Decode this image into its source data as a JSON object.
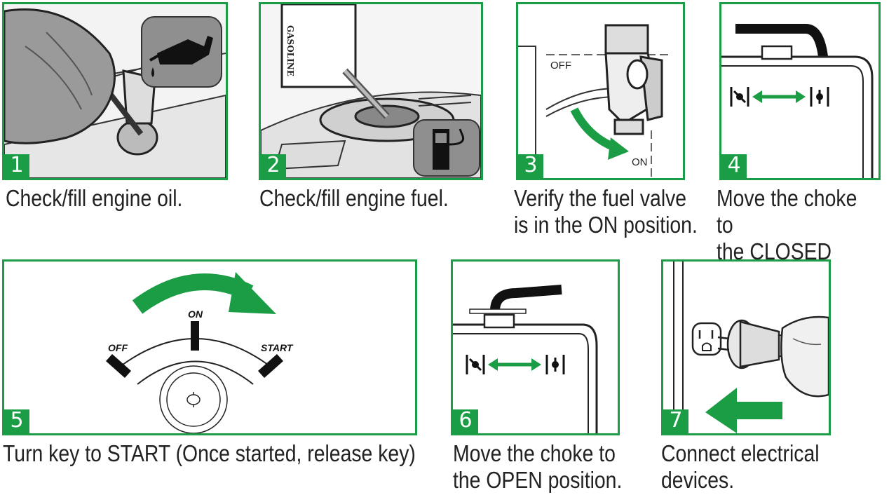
{
  "steps": [
    {
      "number": "1",
      "caption": "Check/fill engine oil."
    },
    {
      "number": "2",
      "caption": "Check/fill engine fuel.",
      "can_label": "GASOLINE"
    },
    {
      "number": "3",
      "caption": "Verify the fuel valve\nis in the ON position.",
      "off_label": "OFF",
      "on_label": "ON"
    },
    {
      "number": "4",
      "caption": "Move the choke to\nthe CLOSED position."
    },
    {
      "number": "5",
      "caption": "Turn key to START (Once started, release key)",
      "off_label": "OFF",
      "on_label": "ON",
      "start_label": "START"
    },
    {
      "number": "6",
      "caption": "Move the choke to\nthe OPEN position."
    },
    {
      "number": "7",
      "caption": "Connect electrical\ndevices."
    }
  ],
  "colors": {
    "accent": "#1a9d45",
    "ink": "#222222"
  }
}
